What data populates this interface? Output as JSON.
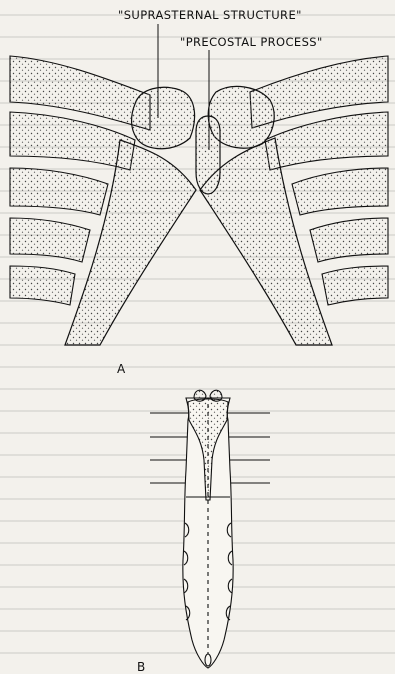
{
  "labels": {
    "suprasternal": "\"SUPRASTERNAL STRUCTURE\"",
    "precostal": "\"PRECOSTAL PROCESS\""
  },
  "panels": {
    "a": "A",
    "b": "B"
  },
  "colors": {
    "ink": "#111111",
    "paper": "#f3f1ec",
    "stipple": "#444444"
  }
}
